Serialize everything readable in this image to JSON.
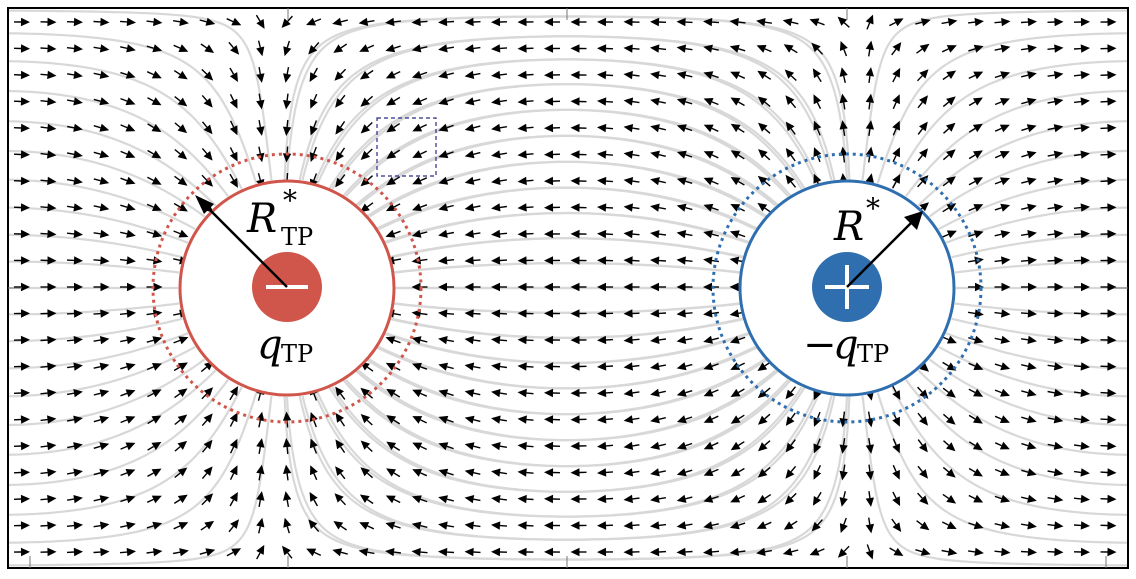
{
  "diagram": {
    "left_charge": {
      "sign_symbol": "minus",
      "radius_label_main": "R",
      "radius_label_sup": "*",
      "radius_label_sub": "TP",
      "charge_label_main": "q",
      "charge_label_sub": "TP",
      "color": "#d0554a"
    },
    "right_charge": {
      "sign_symbol": "plus",
      "radius_label_main": "R",
      "radius_label_sup": "*",
      "charge_label_prefix": "−",
      "charge_label_main": "q",
      "charge_label_sub": "TP",
      "color": "#2f6fb0"
    },
    "colors": {
      "streamline": "#d8d8d8",
      "arrow": "#000000",
      "inset_box": "#2a2a8a",
      "frame": "#000000"
    },
    "icons": [
      "minus-icon",
      "plus-icon"
    ]
  }
}
